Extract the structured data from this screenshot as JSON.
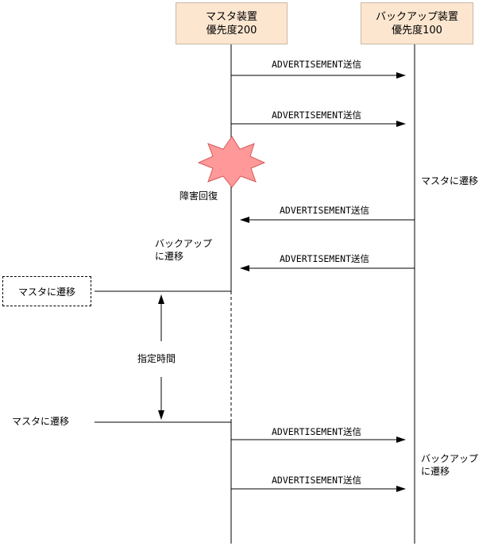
{
  "master_node": {
    "line1": "マスタ装置",
    "line2": "優先度200"
  },
  "backup_node": {
    "line1": "バックアップ装置",
    "line2": "優先度100"
  },
  "messages": [
    "ADVERTISEMENT送信",
    "ADVERTISEMENT送信",
    "ADVERTISEMENT送信",
    "ADVERTISEMENT送信",
    "ADVERTISEMENT送信",
    "ADVERTISEMENT送信"
  ],
  "backup_to_master_label": "マスタに遷移",
  "failure_recovery_label": "障害回復",
  "master_to_backup_label": {
    "line1": "バックアップ",
    "line2": "に遷移"
  },
  "dashed_box_label": "マスタに遷移",
  "interval_label": "指定時間",
  "master_transition_label": "マスタに遷移",
  "backup_return_label": {
    "line1": "バックアップ",
    "line2": "に遷移"
  },
  "colors": {
    "node_fill": "#fde6cf",
    "burst_fill": "#ff9999"
  }
}
